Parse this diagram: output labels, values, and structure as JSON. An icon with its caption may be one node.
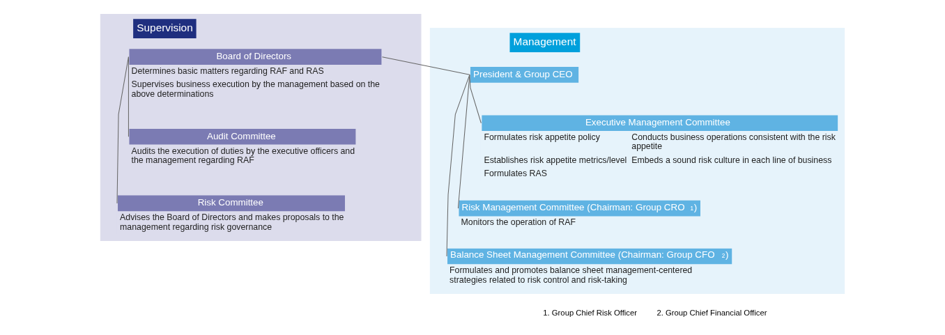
{
  "diagram": {
    "nodes": [
      {
        "text": [
          "Supervision"
        ]
      },
      {
        "text": [
          "Board of Directors",
          "Determines basic matters regarding RAF and RAS",
          "Supervises business execution by the management based on the above determinations"
        ],
        "in": 0
      },
      {
        "text": [
          "Audit Committee",
          "Audits the execution of duties by the executive officers and the management regarding RAF"
        ],
        "in": 0
      },
      {
        "text": [
          "Risk Committee",
          "Advises the Board of Directors and makes proposals to the management regarding risk governance"
        ],
        "in": 0
      },
      {
        "text": [
          "Management"
        ]
      },
      {
        "text": [
          "President & Group CEO"
        ],
        "in": 4
      },
      {
        "text": [
          "Executive Management Committee",
          "Formulates risk appetite policy",
          "Establishes risk appetite metrics/level",
          "Formulates RAS",
          "Conducts business operations consistent with the risk appetite",
          "Embeds a sound risk culture in each line of business"
        ],
        "in": 4
      },
      {
        "text": [
          "Risk Management Committee (Chairman: Group CRO$^{1}$)",
          "Monitors the operation of RAF"
        ],
        "in": 4
      },
      {
        "text": [
          "Balance Sheet Management Committee (Chairman: Group CFO$^{2}$)",
          "Formulates and promotes balance sheet management-centered strategies related to risk control and risk-taking"
        ],
        "in": 4
      }
    ],
    "edges": [
      {
        "from": 1,
        "to": 5,
        "arrow": "none"
      },
      {
        "from": 1,
        "to": 2,
        "arrow": "none"
      },
      {
        "from": 1,
        "to": 3,
        "arrow": "none"
      },
      {
        "from": 5,
        "to": 6,
        "arrow": "none"
      },
      {
        "from": 5,
        "to": 7,
        "arrow": "none"
      },
      {
        "from": 5,
        "to": 8,
        "arrow": "none"
      }
    ],
    "labels": [
      "1. Group Chief Risk Officer",
      "2. Group Chief Financial Officer"
    ]
  }
}
